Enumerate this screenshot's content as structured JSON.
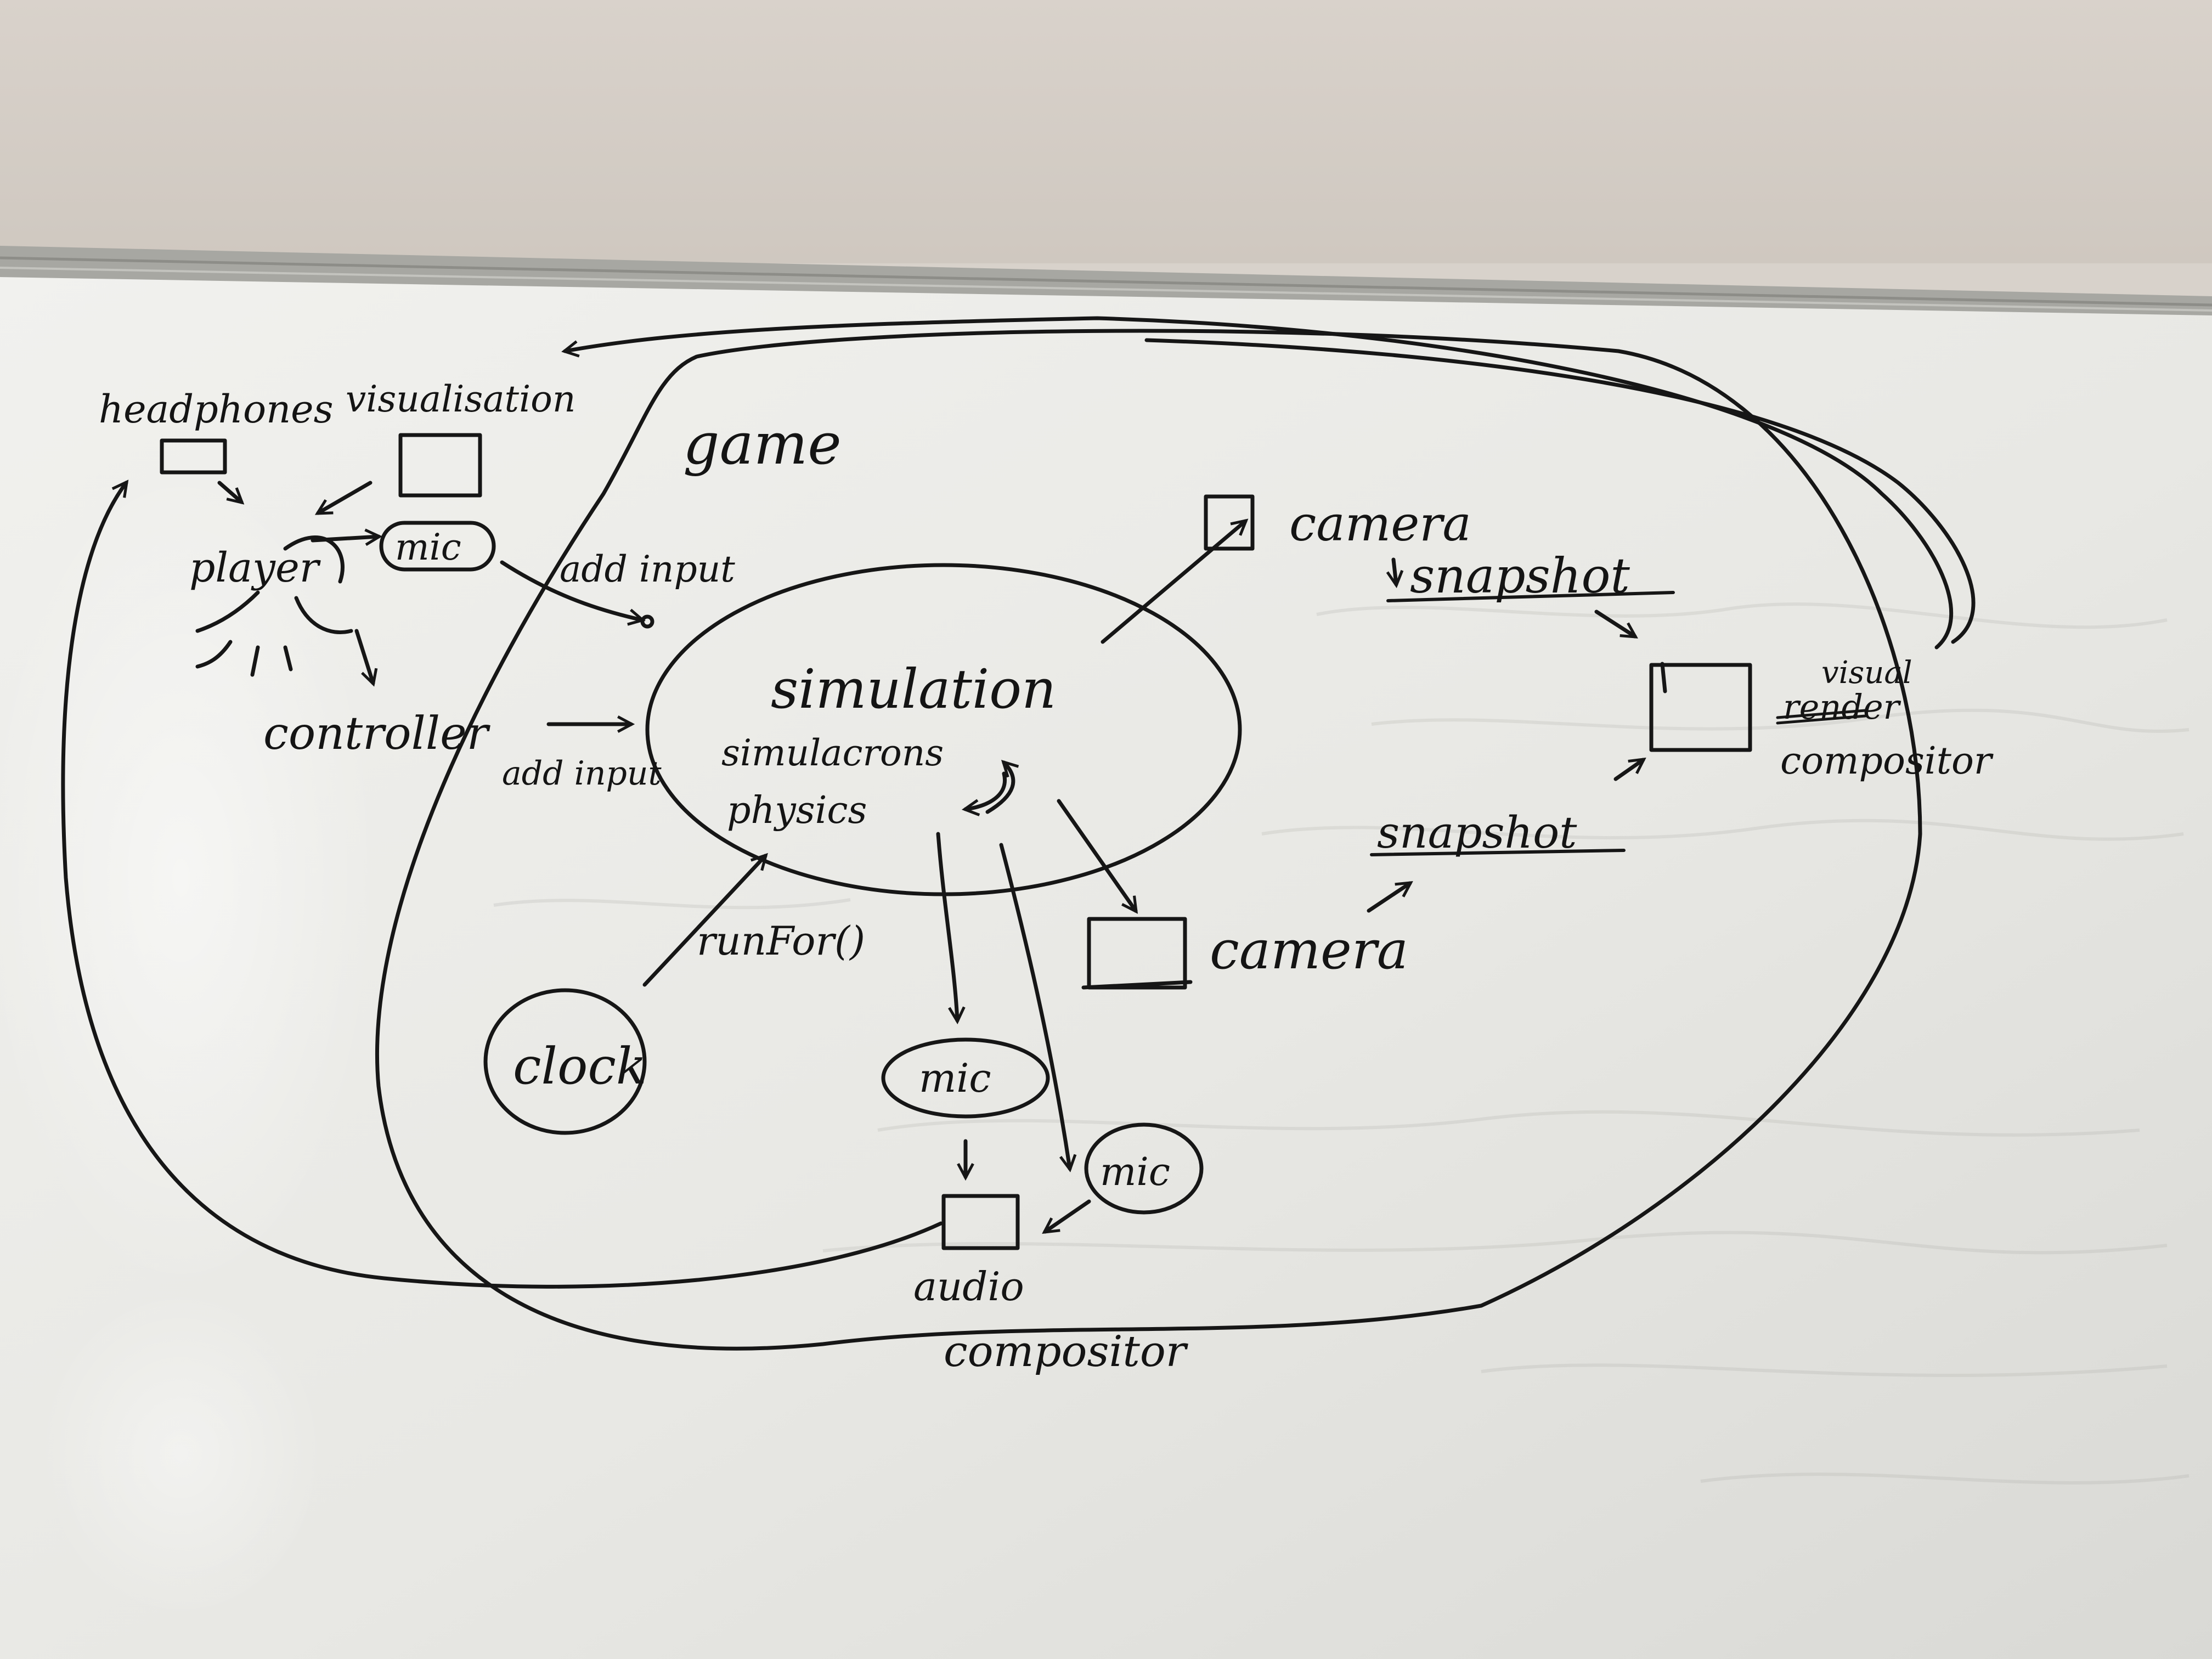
{
  "diagram": {
    "labels": {
      "headphones": "headphones",
      "visualisation": "visualisation",
      "player": "player",
      "mic_player": "mic",
      "add_input_top": "add input",
      "controller": "controller",
      "add_input_left": "add input",
      "game": "game",
      "simulation": "simulation",
      "simulacrons": "simulacrons",
      "physics": "physics",
      "camera_top": "camera",
      "snapshot_top": "snapshot",
      "visual": "visual",
      "render_struck": "render",
      "compositor_visual": "compositor",
      "snapshot_mid": "snapshot",
      "camera_mid": "camera",
      "run_for": "runFor()",
      "clock": "clock",
      "mic_center": "mic",
      "mic_right": "mic",
      "audio": "audio",
      "compositor_audio": "compositor"
    }
  },
  "colors": {
    "wall": "#d8d2cb",
    "whiteboard": "#ecebe7",
    "frame": "#a7a7a2",
    "ink": "#161616"
  }
}
